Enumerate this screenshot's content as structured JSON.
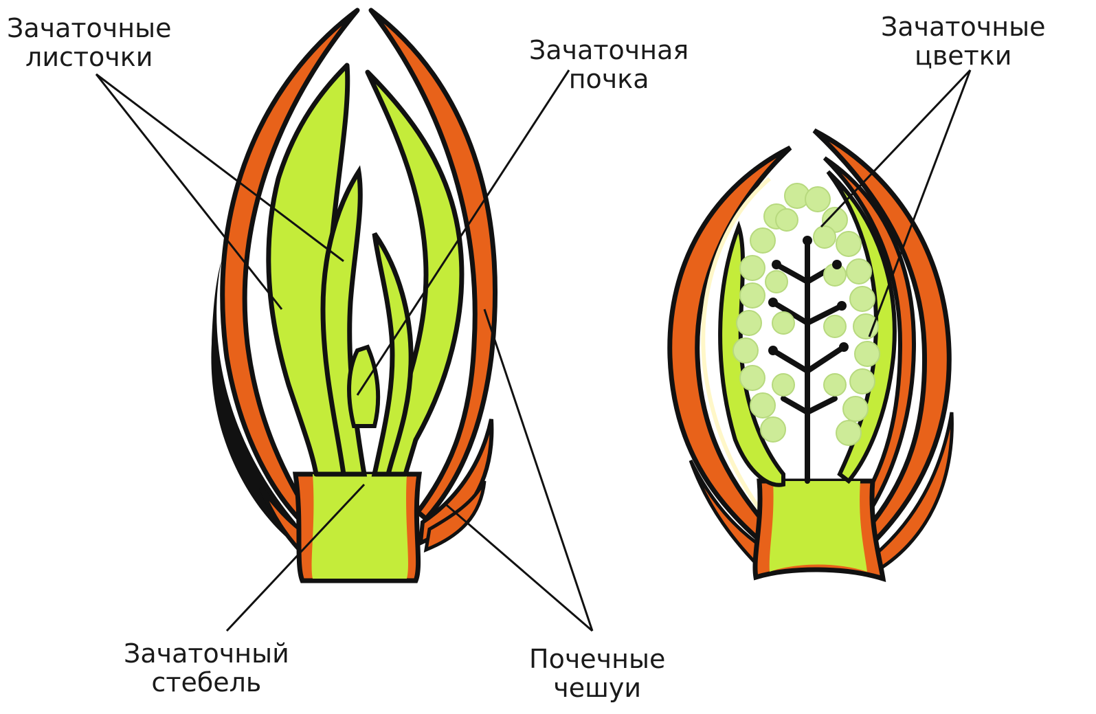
{
  "labels": {
    "embryonic_leaves": [
      "Зачаточные",
      "листочки"
    ],
    "embryonic_bud": [
      "Зачаточная",
      "почка"
    ],
    "embryonic_flowers": [
      "Зачаточные",
      "цветки"
    ],
    "embryonic_stem": [
      "Зачаточный",
      "стебель"
    ],
    "bud_scales": [
      "Почечные",
      "чешуи"
    ]
  },
  "colors": {
    "scale_orange": "#e8621a",
    "leaf_green": "#c4ec3a",
    "flower_green": "#cdeb98",
    "outline": "#111111",
    "background": "#ffffff"
  }
}
